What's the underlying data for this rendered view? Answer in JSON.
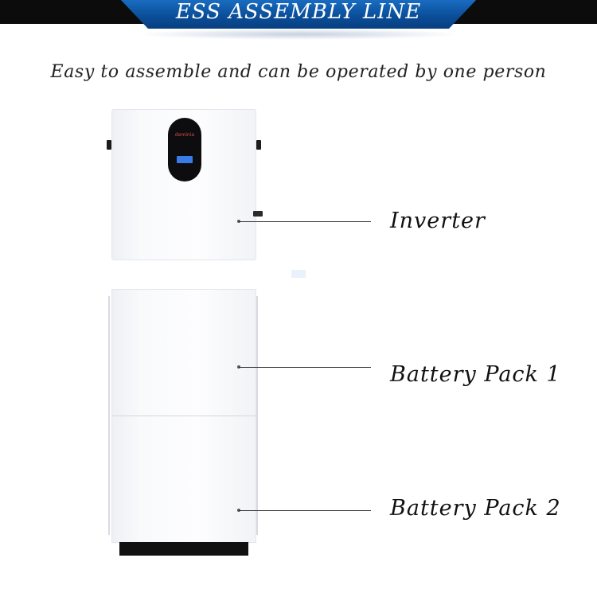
{
  "header": {
    "title": "ESS ASSEMBLY LINE"
  },
  "subtitle": "Easy to assemble and can be operated by one person",
  "device": {
    "brand_logo": "deminia",
    "colors": {
      "banner": "#0a4d98",
      "screen": "#3a7bea",
      "casing": "#f9fafc"
    }
  },
  "callouts": {
    "inverter": "Inverter",
    "battery_pack_1": "Battery Pack 1",
    "battery_pack_2": "Battery Pack 2"
  }
}
